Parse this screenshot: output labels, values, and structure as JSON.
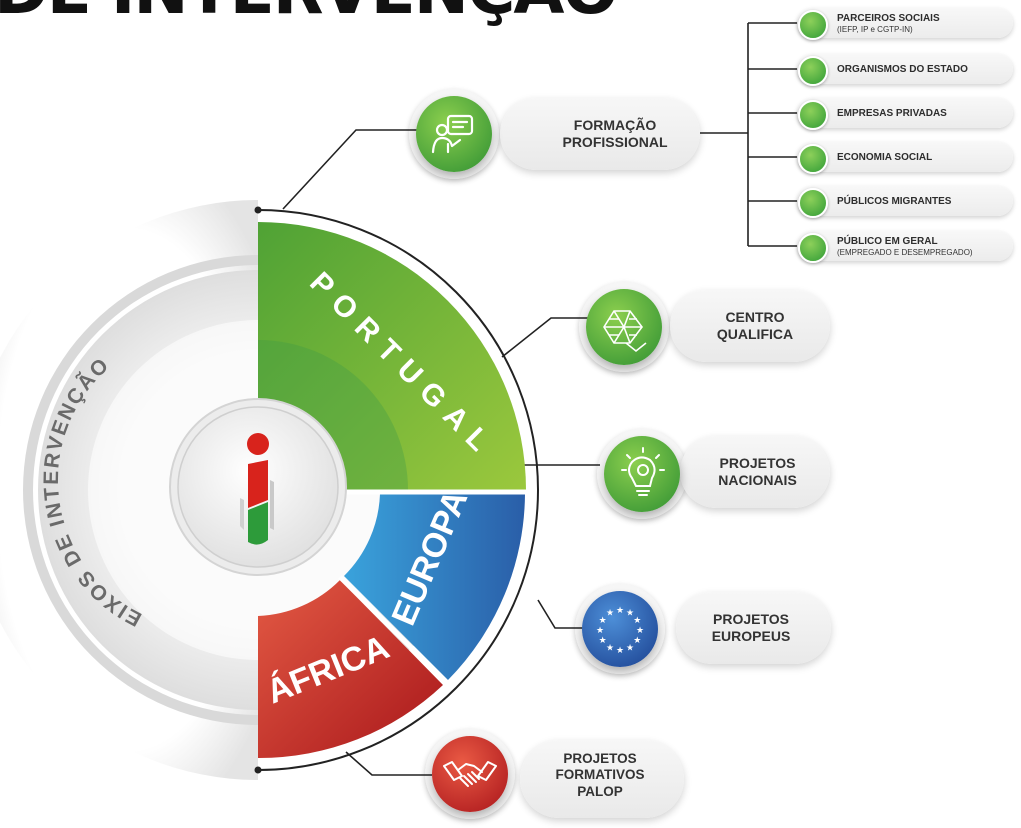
{
  "title": "DE INTERVENÇÃO",
  "axes_label": "EIXOS DE INTERVENÇÃO",
  "regions": [
    {
      "label": "PORTUGAL",
      "color": "#6db33f"
    },
    {
      "label": "EUROPA",
      "color": "#2f6fb3"
    },
    {
      "label": "ÁFRICA",
      "color": "#c8231f"
    }
  ],
  "pillars": [
    {
      "line1": "FORMAÇÃO",
      "line2": "PROFISSIONAL",
      "icon": "presentation-icon",
      "color": "#4ea62f"
    },
    {
      "line1": "CENTRO",
      "line2": "QUALIFICA",
      "icon": "geometric-mesh-icon",
      "color": "#4ea62f"
    },
    {
      "line1": "PROJETOS",
      "line2": "NACIONAIS",
      "icon": "lightbulb-gear-icon",
      "color": "#4ea62f"
    },
    {
      "line1": "PROJETOS",
      "line2": "EUROPEUS",
      "icon": "eu-stars-icon",
      "color": "#2356a8"
    },
    {
      "line1": "PROJETOS",
      "line2": "FORMATIVOS",
      "line3": "PALOP",
      "icon": "handshake-icon",
      "color": "#c8231f"
    }
  ],
  "audiences": [
    {
      "label": "PARCEIROS SOCIAIS",
      "sub": "(IEFP, IP e CGTP-IN)"
    },
    {
      "label": "ORGANISMOS DO ESTADO",
      "sub": ""
    },
    {
      "label": "EMPRESAS PRIVADAS",
      "sub": ""
    },
    {
      "label": "ECONOMIA SOCIAL",
      "sub": ""
    },
    {
      "label": "PÚBLICOS MIGRANTES",
      "sub": ""
    },
    {
      "label": "PÚBLICO EM GERAL",
      "sub": "(EMPREGADO E DESEMPREGADO)"
    }
  ]
}
